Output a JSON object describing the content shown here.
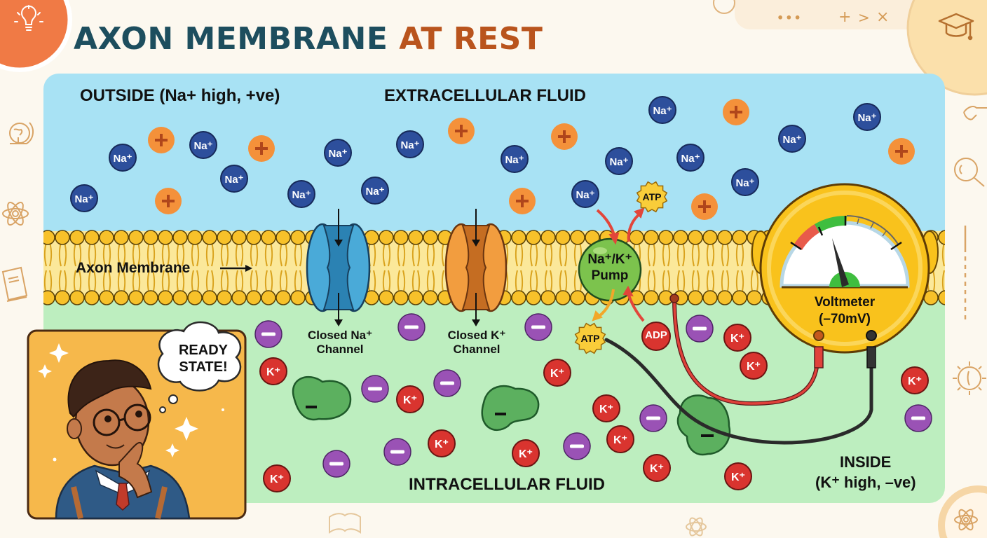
{
  "title": {
    "main": "AXON MEMBRANE",
    "accent": "AT REST"
  },
  "colors": {
    "title": "#1d4e5e",
    "title_accent": "#b9541d",
    "extracellular": "#a8e2f4",
    "intracellular": "#bdeebf",
    "membrane": "#fbe89a",
    "phospholipid_head": "#f7c12a",
    "sodium_ion": "#2d4f9c",
    "potassium_ion": "#d9342f",
    "anion": "#9a52b5",
    "cation_marker": "#f4913a",
    "protein_anion": "#5cb05f",
    "na_channel": "#4aaad8",
    "k_channel": "#f29d3f",
    "pump": "#7cc34d",
    "voltmeter": "#f9c21c",
    "decor": "#d9a466"
  },
  "labels": {
    "outside": "OUTSIDE (Na+ high, +ve)",
    "extracellular": "EXTRACELLULAR FLUID",
    "intracellular": "INTRACELLULAR FLUID",
    "inside_line1": "INSIDE",
    "inside_line2": "(K⁺ high, –ve)",
    "membrane": "Axon Membrane",
    "na_channel_line1": "Closed Na⁺",
    "na_channel_line2": "Channel",
    "k_channel_line1": "Closed K⁺",
    "k_channel_line2": "Channel",
    "pump_line1": "Na⁺/K⁺",
    "pump_line2": "Pump",
    "atp": "ATP",
    "adp": "ADP",
    "voltmeter_line1": "Voltmeter",
    "voltmeter_line2": "(–70mV)",
    "thought": [
      "READY",
      "STATE!"
    ]
  },
  "ions": {
    "na_symbol": "Na⁺",
    "k_symbol": "K⁺",
    "plus_symbol": "+",
    "minus_symbol": "–"
  },
  "voltmeter": {
    "reading_mv": -70
  },
  "window_controls": {
    "more": "•••",
    "add": "+",
    "next": ">",
    "close": "×"
  },
  "icons": {
    "top_left": "lightbulb-icon",
    "top_right": "graduation-cap-icon",
    "left_side": [
      "globe-icon",
      "atom-icon",
      "book-icon"
    ],
    "right_side": [
      "microscope-icon",
      "magnifier-icon",
      "ruler-icon",
      "gear-icon"
    ],
    "bottom": [
      "open-book-icon",
      "atom-icon",
      "atom-icon"
    ]
  }
}
